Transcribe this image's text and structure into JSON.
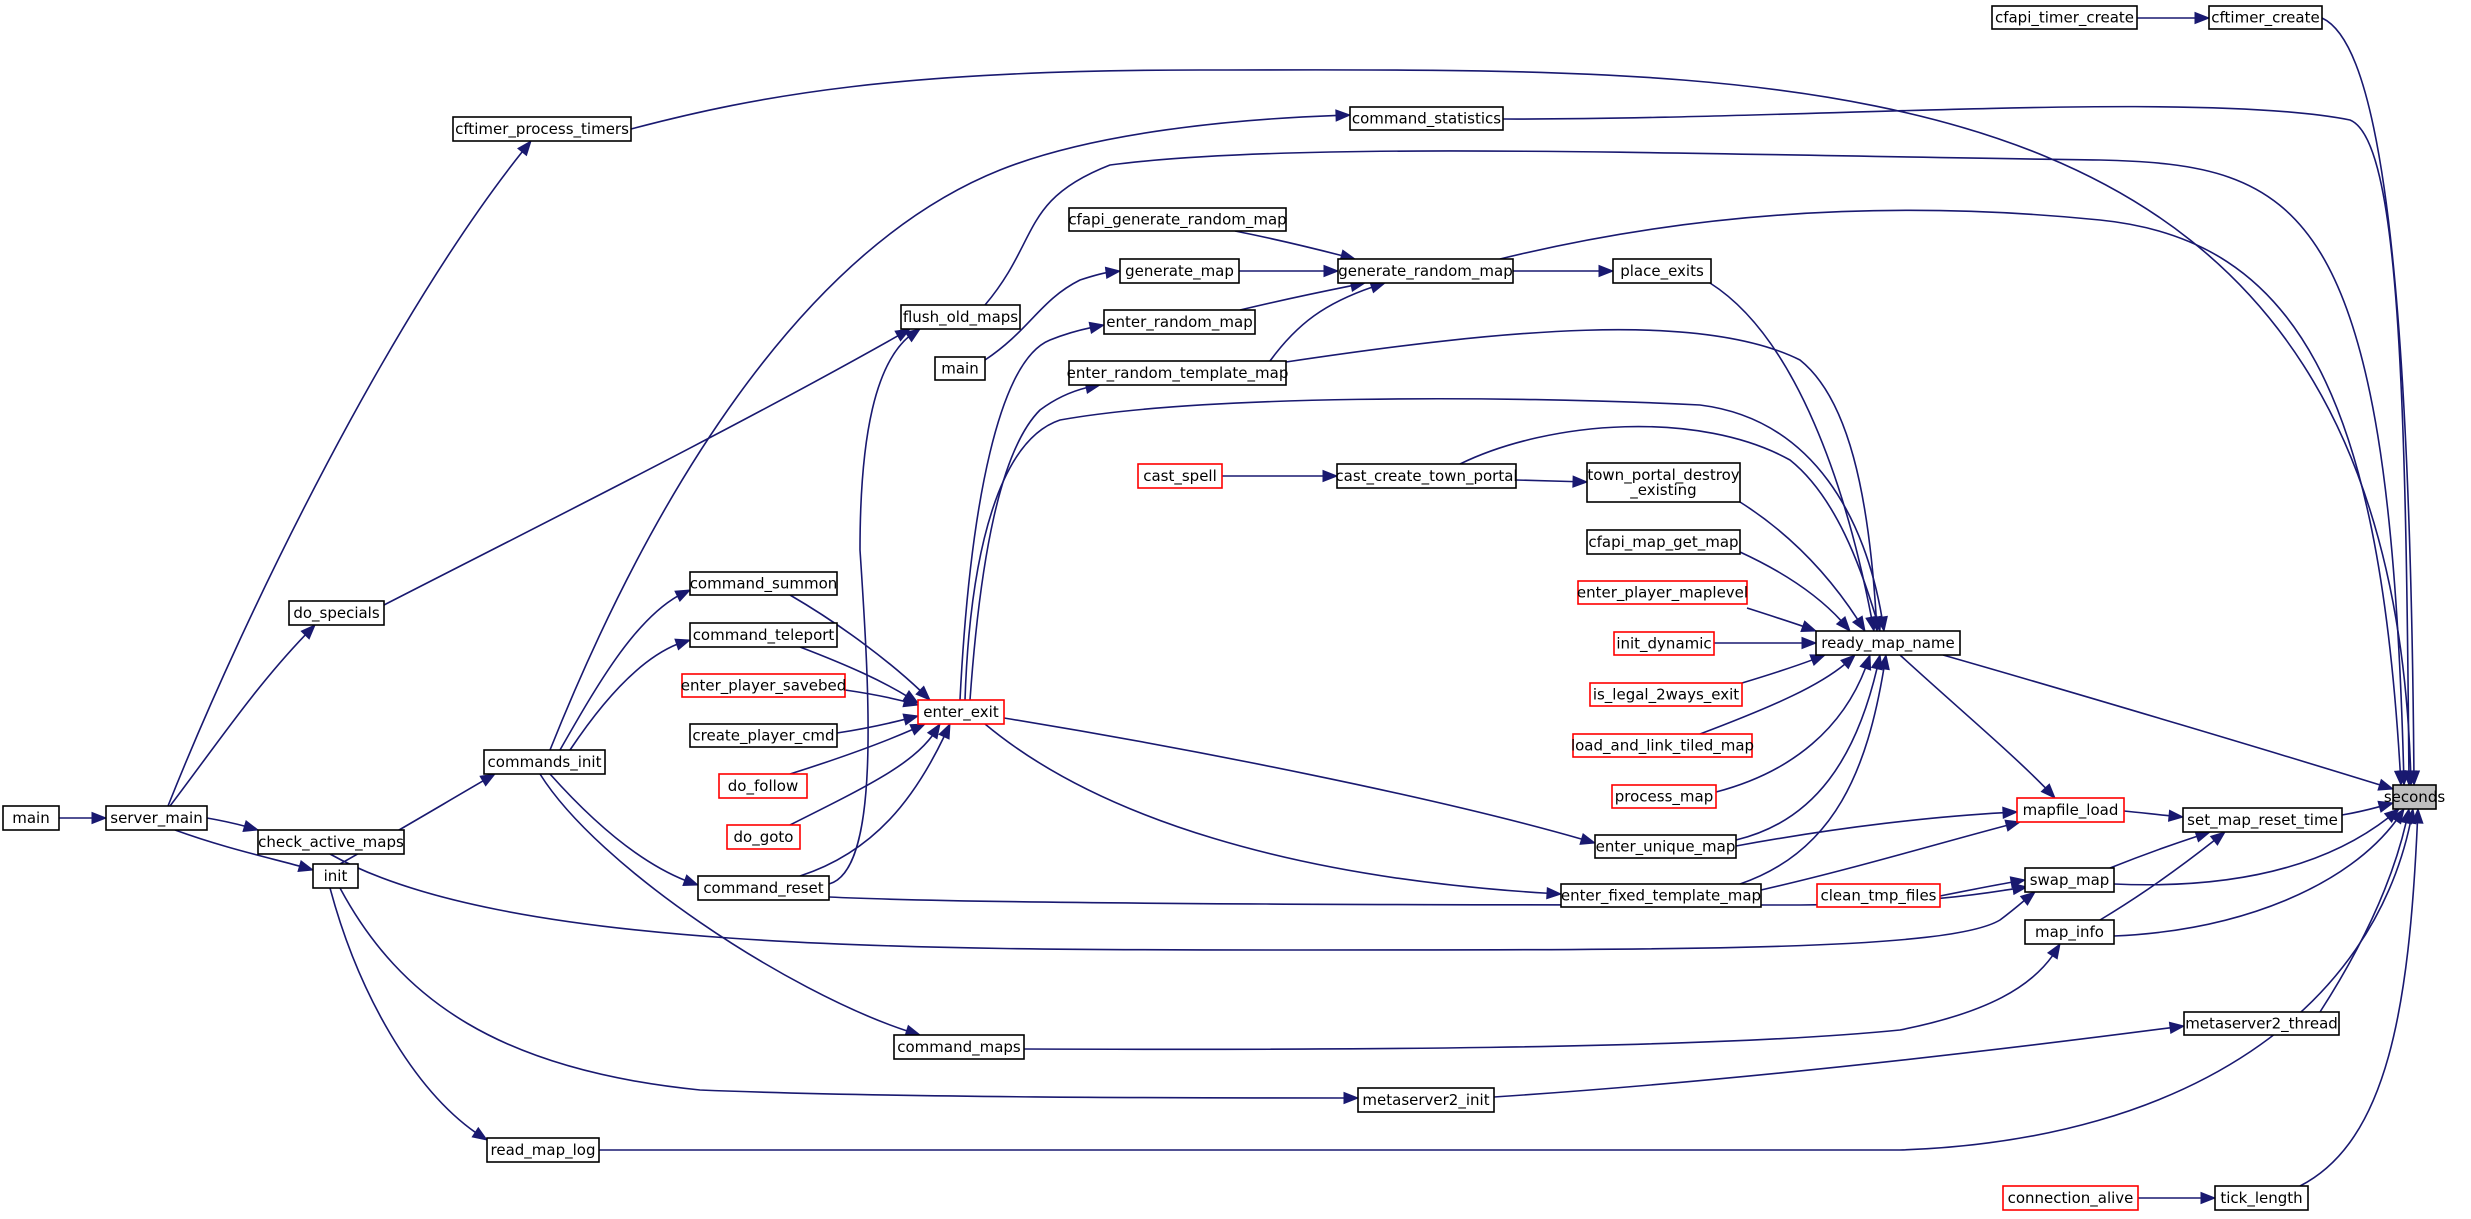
{
  "graph": {
    "colors": {
      "edge": "#191970",
      "node_border": "#000000",
      "highlight_border": "#ff0000",
      "root_fill": "#bfbfbf"
    },
    "nodes": [
      {
        "id": "seconds",
        "label": "seconds",
        "root": true
      },
      {
        "id": "cftimer_create",
        "label": "cftimer_create"
      },
      {
        "id": "cfapi_timer_create",
        "label": "cfapi_timer_create"
      },
      {
        "id": "cftimer_process_timers",
        "label": "cftimer_process_timers"
      },
      {
        "id": "command_statistics",
        "label": "command_statistics"
      },
      {
        "id": "cfapi_generate_random_map",
        "label": "cfapi_generate_random_map"
      },
      {
        "id": "generate_random_map",
        "label": "generate_random_map"
      },
      {
        "id": "generate_map",
        "label": "generate_map"
      },
      {
        "id": "place_exits",
        "label": "place_exits"
      },
      {
        "id": "flush_old_maps",
        "label": "flush_old_maps"
      },
      {
        "id": "enter_random_map",
        "label": "enter_random_map"
      },
      {
        "id": "main_top",
        "label": "main"
      },
      {
        "id": "enter_random_template_map",
        "label": "enter_random_template_map"
      },
      {
        "id": "cast_spell",
        "label": "cast_spell",
        "red": true
      },
      {
        "id": "cast_create_town_portal",
        "label": "cast_create_town_portal"
      },
      {
        "id": "town_portal_destroy_existing",
        "label": "town_portal_destroy\n_existing"
      },
      {
        "id": "cfapi_map_get_map",
        "label": "cfapi_map_get_map"
      },
      {
        "id": "command_summon",
        "label": "command_summon"
      },
      {
        "id": "enter_player_maplevel",
        "label": "enter_player_maplevel",
        "red": true
      },
      {
        "id": "do_specials",
        "label": "do_specials"
      },
      {
        "id": "command_teleport",
        "label": "command_teleport"
      },
      {
        "id": "init_dynamic",
        "label": "init_dynamic",
        "red": true
      },
      {
        "id": "ready_map_name",
        "label": "ready_map_name"
      },
      {
        "id": "enter_player_savebed",
        "label": "enter_player_savebed",
        "red": true
      },
      {
        "id": "is_legal_2ways_exit",
        "label": "is_legal_2ways_exit",
        "red": true
      },
      {
        "id": "enter_exit",
        "label": "enter_exit",
        "red": true
      },
      {
        "id": "create_player_cmd",
        "label": "create_player_cmd"
      },
      {
        "id": "load_and_link_tiled_map",
        "label": "load_and_link_tiled_map",
        "red": true
      },
      {
        "id": "commands_init",
        "label": "commands_init"
      },
      {
        "id": "do_follow",
        "label": "do_follow",
        "red": true
      },
      {
        "id": "process_map",
        "label": "process_map",
        "red": true
      },
      {
        "id": "main_left",
        "label": "main"
      },
      {
        "id": "server_main",
        "label": "server_main"
      },
      {
        "id": "check_active_maps",
        "label": "check_active_maps"
      },
      {
        "id": "mapfile_load",
        "label": "mapfile_load",
        "red": true
      },
      {
        "id": "set_map_reset_time",
        "label": "set_map_reset_time"
      },
      {
        "id": "do_goto",
        "label": "do_goto",
        "red": true
      },
      {
        "id": "enter_unique_map",
        "label": "enter_unique_map"
      },
      {
        "id": "init",
        "label": "init"
      },
      {
        "id": "command_reset",
        "label": "command_reset"
      },
      {
        "id": "swap_map",
        "label": "swap_map"
      },
      {
        "id": "clean_tmp_files",
        "label": "clean_tmp_files",
        "red": true
      },
      {
        "id": "enter_fixed_template_map",
        "label": "enter_fixed_template_map"
      },
      {
        "id": "map_info",
        "label": "map_info"
      },
      {
        "id": "metaserver2_thread",
        "label": "metaserver2_thread"
      },
      {
        "id": "command_maps",
        "label": "command_maps"
      },
      {
        "id": "metaserver2_init",
        "label": "metaserver2_init"
      },
      {
        "id": "read_map_log",
        "label": "read_map_log"
      },
      {
        "id": "connection_alive",
        "label": "connection_alive",
        "red": true
      },
      {
        "id": "tick_length",
        "label": "tick_length"
      }
    ],
    "edges": [
      {
        "from": "cfapi_timer_create",
        "to": "cftimer_create"
      },
      {
        "from": "cftimer_create",
        "to": "seconds"
      },
      {
        "from": "cftimer_process_timers",
        "to": "seconds"
      },
      {
        "from": "command_statistics",
        "to": "seconds"
      },
      {
        "from": "flush_old_maps",
        "to": "seconds"
      },
      {
        "from": "generate_random_map",
        "to": "seconds"
      },
      {
        "from": "ready_map_name",
        "to": "seconds"
      },
      {
        "from": "set_map_reset_time",
        "to": "seconds"
      },
      {
        "from": "swap_map",
        "to": "seconds"
      },
      {
        "from": "map_info",
        "to": "seconds"
      },
      {
        "from": "metaserver2_thread",
        "to": "seconds"
      },
      {
        "from": "read_map_log",
        "to": "seconds"
      },
      {
        "from": "tick_length",
        "to": "seconds"
      },
      {
        "from": "connection_alive",
        "to": "tick_length"
      },
      {
        "from": "server_main",
        "to": "cftimer_process_timers"
      },
      {
        "from": "commands_init",
        "to": "command_statistics"
      },
      {
        "from": "cfapi_generate_random_map",
        "to": "generate_random_map"
      },
      {
        "from": "generate_map",
        "to": "generate_random_map"
      },
      {
        "from": "enter_random_map",
        "to": "generate_random_map"
      },
      {
        "from": "enter_random_template_map",
        "to": "generate_random_map"
      },
      {
        "from": "generate_random_map",
        "to": "place_exits"
      },
      {
        "from": "place_exits",
        "to": "ready_map_name"
      },
      {
        "from": "main_top",
        "to": "generate_map"
      },
      {
        "from": "do_specials",
        "to": "flush_old_maps"
      },
      {
        "from": "command_reset",
        "to": "flush_old_maps"
      },
      {
        "from": "enter_exit",
        "to": "enter_random_map"
      },
      {
        "from": "enter_exit",
        "to": "enter_random_template_map"
      },
      {
        "from": "enter_random_template_map",
        "to": "ready_map_name"
      },
      {
        "from": "cast_spell",
        "to": "cast_create_town_portal"
      },
      {
        "from": "cast_create_town_portal",
        "to": "town_portal_destroy_existing"
      },
      {
        "from": "cast_create_town_portal",
        "to": "ready_map_name"
      },
      {
        "from": "town_portal_destroy_existing",
        "to": "ready_map_name"
      },
      {
        "from": "enter_exit",
        "to": "ready_map_name"
      },
      {
        "from": "cfapi_map_get_map",
        "to": "ready_map_name"
      },
      {
        "from": "enter_player_maplevel",
        "to": "ready_map_name"
      },
      {
        "from": "init_dynamic",
        "to": "ready_map_name"
      },
      {
        "from": "is_legal_2ways_exit",
        "to": "ready_map_name"
      },
      {
        "from": "load_and_link_tiled_map",
        "to": "ready_map_name"
      },
      {
        "from": "process_map",
        "to": "ready_map_name"
      },
      {
        "from": "enter_unique_map",
        "to": "ready_map_name"
      },
      {
        "from": "enter_fixed_template_map",
        "to": "ready_map_name"
      },
      {
        "from": "ready_map_name",
        "to": "mapfile_load"
      },
      {
        "from": "enter_exit",
        "to": "enter_unique_map"
      },
      {
        "from": "enter_exit",
        "to": "enter_fixed_template_map"
      },
      {
        "from": "enter_unique_map",
        "to": "mapfile_load"
      },
      {
        "from": "enter_fixed_template_map",
        "to": "mapfile_load"
      },
      {
        "from": "mapfile_load",
        "to": "set_map_reset_time"
      },
      {
        "from": "swap_map",
        "to": "set_map_reset_time"
      },
      {
        "from": "map_info",
        "to": "set_map_reset_time"
      },
      {
        "from": "clean_tmp_files",
        "to": "swap_map"
      },
      {
        "from": "command_reset",
        "to": "swap_map"
      },
      {
        "from": "check_active_maps",
        "to": "swap_map"
      },
      {
        "from": "command_summon",
        "to": "enter_exit"
      },
      {
        "from": "command_teleport",
        "to": "enter_exit"
      },
      {
        "from": "enter_player_savebed",
        "to": "enter_exit"
      },
      {
        "from": "create_player_cmd",
        "to": "enter_exit"
      },
      {
        "from": "do_follow",
        "to": "enter_exit"
      },
      {
        "from": "do_goto",
        "to": "enter_exit"
      },
      {
        "from": "command_reset",
        "to": "enter_exit"
      },
      {
        "from": "commands_init",
        "to": "command_summon"
      },
      {
        "from": "commands_init",
        "to": "command_teleport"
      },
      {
        "from": "commands_init",
        "to": "command_reset"
      },
      {
        "from": "commands_init",
        "to": "command_maps"
      },
      {
        "from": "command_maps",
        "to": "map_info"
      },
      {
        "from": "init",
        "to": "commands_init"
      },
      {
        "from": "server_main",
        "to": "do_specials"
      },
      {
        "from": "server_main",
        "to": "check_active_maps"
      },
      {
        "from": "server_main",
        "to": "init"
      },
      {
        "from": "main_left",
        "to": "server_main"
      },
      {
        "from": "init",
        "to": "metaserver2_init"
      },
      {
        "from": "init",
        "to": "read_map_log"
      },
      {
        "from": "metaserver2_init",
        "to": "metaserver2_thread"
      }
    ]
  }
}
